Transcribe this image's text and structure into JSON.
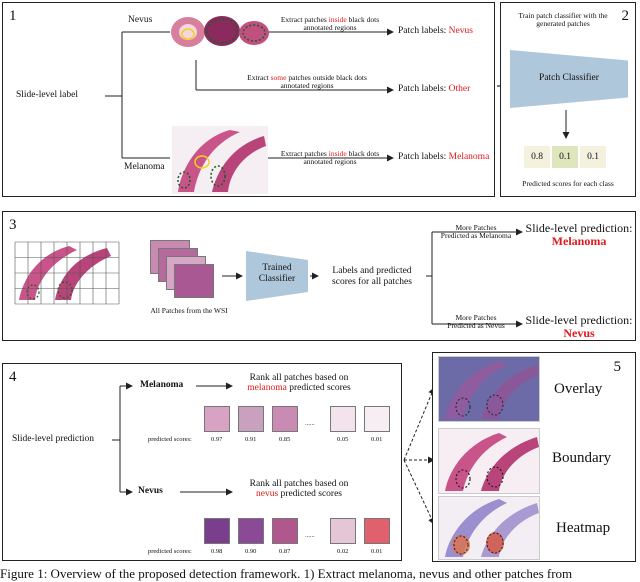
{
  "panel1": {
    "number": "1",
    "slide_label": "Slide-level label",
    "nevus": "Nevus",
    "melanoma": "Melanoma",
    "row_nevus": {
      "pre": "Extract patches ",
      "hl": "inside",
      "post": " black dots",
      "line2": "annotated regions",
      "label_pre": "Patch labels: ",
      "label_val": "Nevus"
    },
    "row_other": {
      "pre": "Extract ",
      "hl": "some",
      "post": " patches outside black dots",
      "line2": "annotated regions",
      "label_pre": "Patch labels: ",
      "label_val": "Other"
    },
    "row_mel": {
      "pre": "Extract patches ",
      "hl": "inside",
      "post": " black dots",
      "line2": "annotated regions",
      "label_pre": "Patch labels: ",
      "label_val": "Melanoma"
    }
  },
  "panel2": {
    "number": "2",
    "title_line1": "Train patch classifier with the",
    "title_line2": "generated patches",
    "classifier": "Patch Classifier",
    "scores": [
      "0.8",
      "0.1",
      "0.1"
    ],
    "caption": "Predicted scores for each class"
  },
  "panel3": {
    "number": "3",
    "wsi_caption": "All Patches from the WSI",
    "trained": "Trained Classifier",
    "labels_scores": "Labels and predicted scores for all patches",
    "upper_line1": "More Patches",
    "upper_line2": "Predicted as Melanoma",
    "lower_line1": "More Patches",
    "lower_line2": "Predicted as Nevus",
    "pred_title": "Slide-level prediction:",
    "pred_melanoma": "Melanoma",
    "pred_nevus": "Nevus"
  },
  "panel4": {
    "number": "4",
    "slide_pred": "Slide-level prediction",
    "melanoma": "Melanoma",
    "nevus": "Nevus",
    "rank_line1": "Rank all patches based on",
    "mel_rank_hl": "melanoma",
    "nev_rank_hl": "nevus",
    "rank_post": " predicted scores",
    "scores_label": "predicted scores:",
    "mel_scores": [
      "0.97",
      "0.91",
      "0.85",
      "......",
      "0.05",
      "0.01"
    ],
    "nev_scores": [
      "0.98",
      "0.90",
      "0.87",
      "......",
      "0.02",
      "0.01"
    ]
  },
  "panel5": {
    "number": "5",
    "overlay": "Overlay",
    "boundary": "Boundary",
    "heatmap": "Heatmap"
  },
  "caption": "Figure 1: Overview of the proposed detection framework. 1) Extract melanoma, nevus and other patches from"
}
